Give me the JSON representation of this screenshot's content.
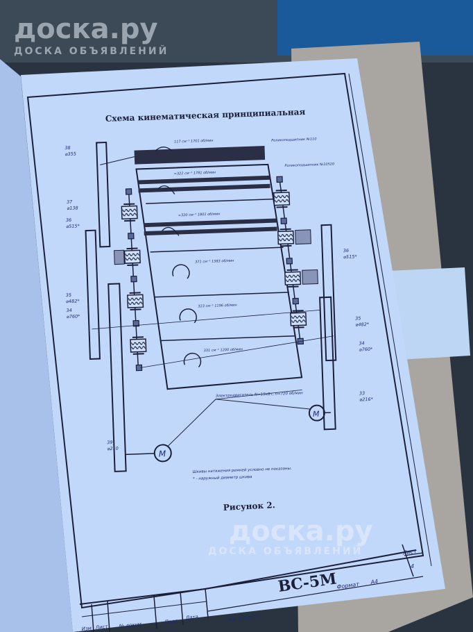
{
  "watermark": {
    "logo": "доска.ру",
    "tagline": "ДОСКА ОБЪЯВЛЕНИЙ"
  },
  "drawing": {
    "title": "Схема кинематическая принципиальная",
    "figure_caption": "Рисунок 2.",
    "pulleys": {
      "p38": {
        "num": "38",
        "dia": "⌀355"
      },
      "p37": {
        "num": "37",
        "dia": "⌀138"
      },
      "p36l": {
        "num": "36",
        "dia": "⌀515*"
      },
      "p35l": {
        "num": "35",
        "dia": "⌀482*"
      },
      "p34l": {
        "num": "34",
        "dia": "⌀760*"
      },
      "p39": {
        "num": "39",
        "dia": "⌀210"
      },
      "p36r": {
        "num": "36",
        "dia": "⌀515*"
      },
      "p35r": {
        "num": "35",
        "dia": "⌀482*"
      },
      "p34r": {
        "num": "34",
        "dia": "⌀760*"
      },
      "p33": {
        "num": "33",
        "dia": "⌀216*"
      }
    },
    "speeds": [
      "117 см⁻¹ 1701 об/мин",
      "≈322 см⁻¹ 1781 об/мин",
      "≈320 см⁻¹ 1801 об/мин",
      "371 см⁻¹ 1383 об/мин",
      "323 см⁻¹ 1196 об/мин",
      "331 см⁻¹ 1200 об/мин"
    ],
    "bearing_top": "Роликоподшипник №110",
    "bearing_right": "Роликоподшипник №10520",
    "motor_label": "Электродвигатель N=15кВт, n=720 об/мин",
    "motor_symbol": "M",
    "note_1": "Шкивы натяжения ремней условно не показаны.",
    "note_2": "* - наружный диаметр шкива"
  },
  "title_block": {
    "designation": "ВС-5М",
    "sheet_label": "Лист",
    "sheet_number": "4",
    "format_label": "Формат",
    "format_value": "A4",
    "copied": "Копировал",
    "cols": [
      "Изм",
      "Лист",
      "№ докум",
      "Подп",
      "Дата"
    ]
  }
}
